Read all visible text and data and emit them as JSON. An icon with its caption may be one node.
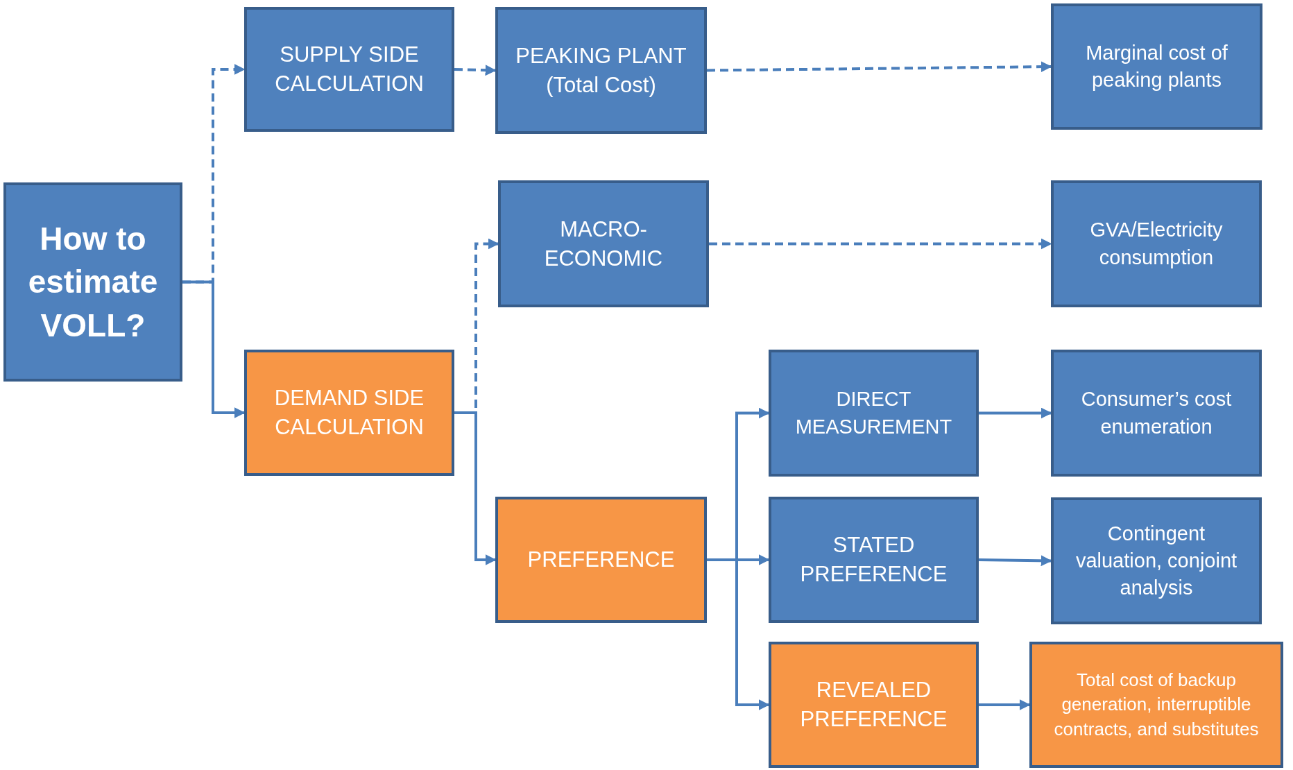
{
  "diagram": {
    "nodes": [
      {
        "text": [
          "How to estimate VOLL?"
        ]
      },
      {
        "text": [
          "SUPPLY SIDE CALCULATION"
        ]
      },
      {
        "text": [
          "PEAKING PLANT (Total Cost)"
        ]
      },
      {
        "text": [
          "Marginal cost of peaking plants"
        ]
      },
      {
        "text": [
          "DEMAND SIDE CALCULATION"
        ]
      },
      {
        "text": [
          "MACRO-ECONOMIC"
        ]
      },
      {
        "text": [
          "GVA/Electricity consumption"
        ]
      },
      {
        "text": [
          "PREFERENCE"
        ]
      },
      {
        "text": [
          "DIRECT MEASUREMENT"
        ]
      },
      {
        "text": [
          "Consumer’s cost enumeration"
        ]
      },
      {
        "text": [
          "STATED PREFERENCE"
        ]
      },
      {
        "text": [
          "Contingent valuation, conjoint analysis"
        ]
      },
      {
        "text": [
          "REVEALED PREFERENCE"
        ]
      },
      {
        "text": [
          "Total cost of backup generation, interruptible contracts, and substitutes"
        ]
      }
    ],
    "edges": [
      {
        "from": 0,
        "to": 1,
        "arrow": "to",
        "style": "dashed"
      },
      {
        "from": 0,
        "to": 4,
        "arrow": "to"
      },
      {
        "from": 1,
        "to": 2,
        "arrow": "to",
        "style": "dashed"
      },
      {
        "from": 2,
        "to": 3,
        "arrow": "to",
        "style": "dashed"
      },
      {
        "from": 4,
        "to": 5,
        "arrow": "to",
        "style": "dashed"
      },
      {
        "from": 4,
        "to": 7,
        "arrow": "to"
      },
      {
        "from": 5,
        "to": 6,
        "arrow": "to",
        "style": "dashed"
      },
      {
        "from": 7,
        "to": 8,
        "arrow": "to"
      },
      {
        "from": 7,
        "to": 10,
        "arrow": "to"
      },
      {
        "from": 7,
        "to": 12,
        "arrow": "to"
      },
      {
        "from": 8,
        "to": 9,
        "arrow": "to"
      },
      {
        "from": 10,
        "to": 11,
        "arrow": "to"
      },
      {
        "from": 12,
        "to": 13,
        "arrow": "to"
      }
    ]
  }
}
